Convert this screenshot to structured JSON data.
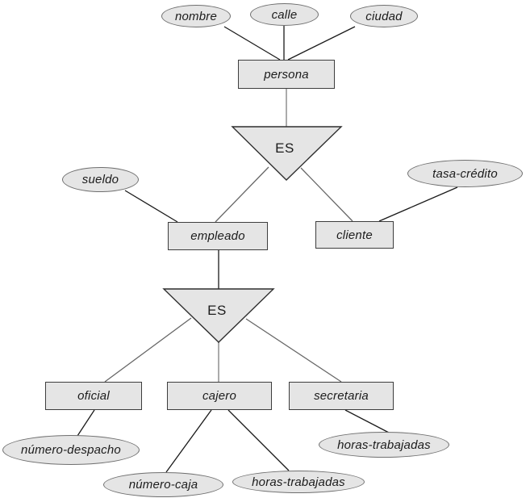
{
  "figure": {
    "kind": "er-specialization-diagram",
    "colors": {
      "bg": "#ffffff",
      "node_fill": "#e5e5e5",
      "rect_border": "#3d3d3d",
      "ellipse_border": "#6f6f6f",
      "triangle_border": "#2f2f2f",
      "line_black": "#1a1a1a",
      "line_gray": "#666666",
      "line_light": "#ababab",
      "text": "#1c1c1c"
    },
    "entities": {
      "persona": "persona",
      "empleado": "empleado",
      "cliente": "cliente",
      "oficial": "oficial",
      "cajero": "cajero",
      "secretaria": "secretaria"
    },
    "attributes": {
      "nombre": "nombre",
      "calle": "calle",
      "ciudad": "ciudad",
      "sueldo": "sueldo",
      "tasa_credito": "tasa-crédito",
      "numero_despacho": "número-despacho",
      "numero_caja": "número-caja",
      "horas_trabajadas_cajero": "horas-trabajadas",
      "horas_trabajadas_secretaria": "horas-trabajadas"
    },
    "isa": {
      "superior": "ES",
      "inferior": "ES"
    }
  }
}
